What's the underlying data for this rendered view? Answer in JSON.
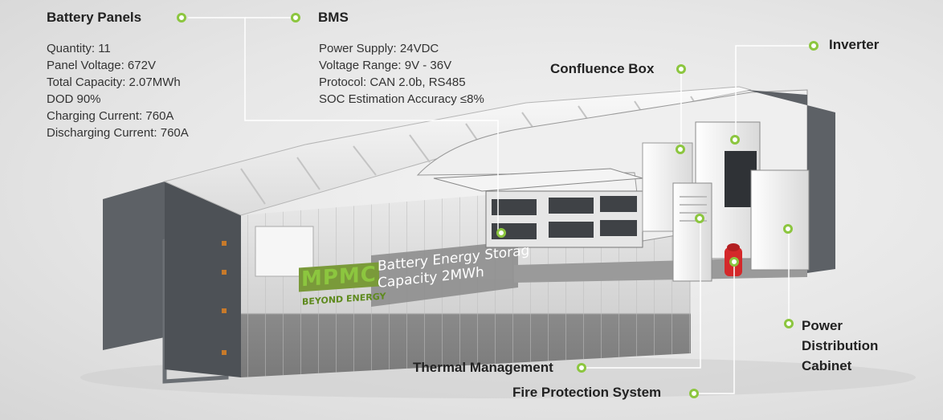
{
  "battery_panels": {
    "title": "Battery Panels",
    "specs": [
      "Quantity: 11",
      "Panel Voltage: 672V",
      "Total Capacity: 2.07MWh",
      "DOD 90%",
      "Charging Current: 760A",
      "Discharging Current: 760A"
    ]
  },
  "bms": {
    "title": "BMS",
    "specs": [
      "Power Supply: 24VDC",
      "Voltage Range: 9V - 36V",
      "Protocol: CAN 2.0b, RS485",
      "SOC Estimation Accuracy ≤8%"
    ]
  },
  "labels": {
    "confluence_box": "Confluence Box",
    "inverter": "Inverter",
    "thermal_management": "Thermal Management",
    "fire_protection": "Fire Protection System",
    "power_distribution": [
      "Power",
      "Distribution",
      "Cabinet"
    ]
  },
  "container_print": {
    "logo": "MPMC",
    "tagline": "BEYOND ENERGY",
    "line1": "Battery Energy Storag",
    "line2": "Capacity 2MWh"
  },
  "colors": {
    "accent": "#8cc63f",
    "fire": "#d4282a"
  }
}
